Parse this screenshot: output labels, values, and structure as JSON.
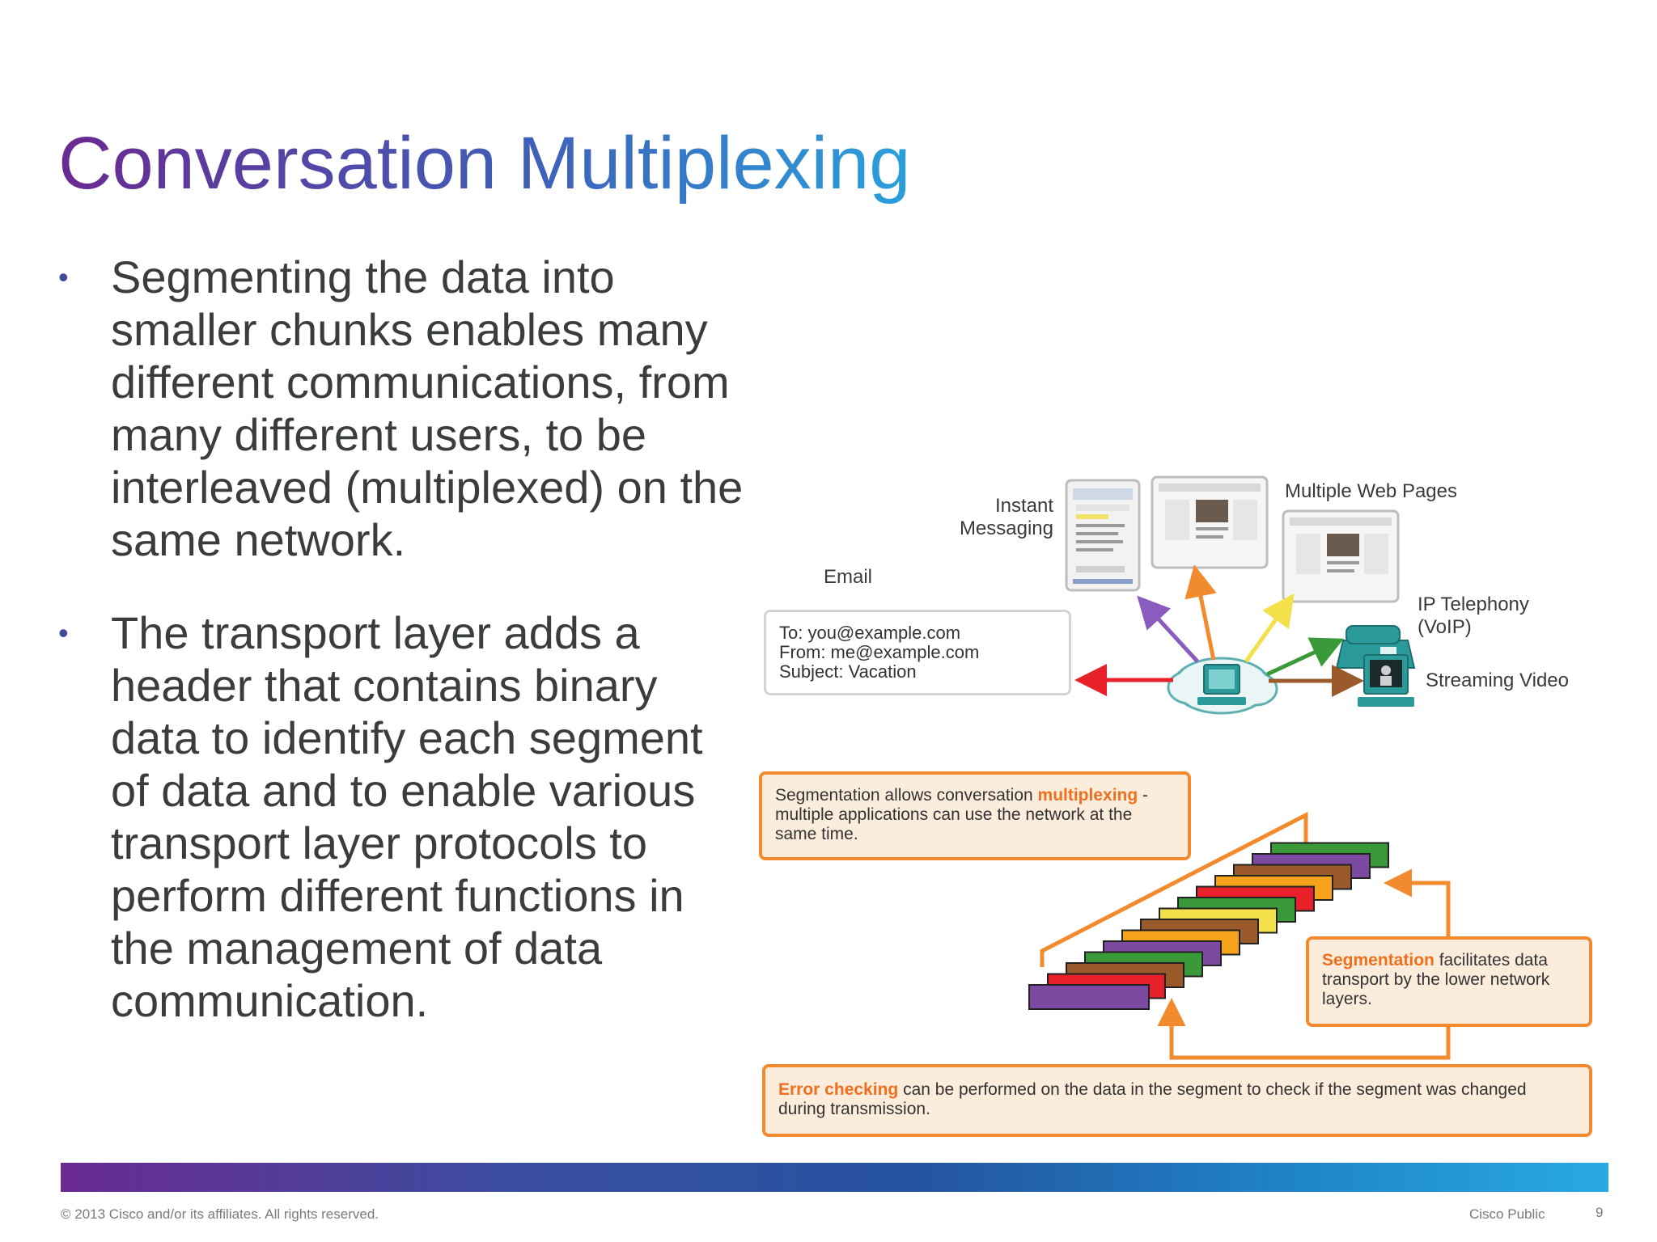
{
  "slide": {
    "title": "Conversation Multiplexing",
    "bullets": [
      "Segmenting the data into smaller chunks enables many different communications, from many different users, to be interleaved (multiplexed) on the same network.",
      "The transport layer adds a header that contains binary data to identify each segment of data and to enable various transport layer protocols to perform different functions in the management of data communication."
    ]
  },
  "diagram": {
    "labels": {
      "instant_messaging_1": "Instant",
      "instant_messaging_2": "Messaging",
      "multiple_web_pages": "Multiple Web Pages",
      "email": "Email",
      "ip_telephony_1": "IP Telephony",
      "ip_telephony_2": "(VoIP)",
      "streaming_video": "Streaming Video"
    },
    "email": {
      "to": "To: you@example.com",
      "from": "From: me@example.com",
      "subject": "Subject: Vacation"
    },
    "callouts": {
      "multiplexing_pre": "Segmentation allows conversation ",
      "multiplexing_hl": "multiplexing",
      "multiplexing_post": " - multiple applications can use the network at the same time.",
      "segmentation_hl": "Segmentation",
      "segmentation_post": " facilitates data transport by the lower network layers.",
      "error_hl": "Error checking",
      "error_post": " can be performed on the data in the segment to check if the segment was changed during transmission."
    },
    "colors": {
      "accent_orange": "#f28a2e",
      "callout_fill": "#fcecdc",
      "segments": [
        "#7b4aa0",
        "#e8202a",
        "#9a5a2a",
        "#3a9a3a",
        "#f7a21b",
        "#f4e04a"
      ]
    }
  },
  "footer": {
    "copyright": "© 2013 Cisco and/or its affiliates. All rights reserved.",
    "classification": "Cisco Public",
    "page": "9"
  }
}
